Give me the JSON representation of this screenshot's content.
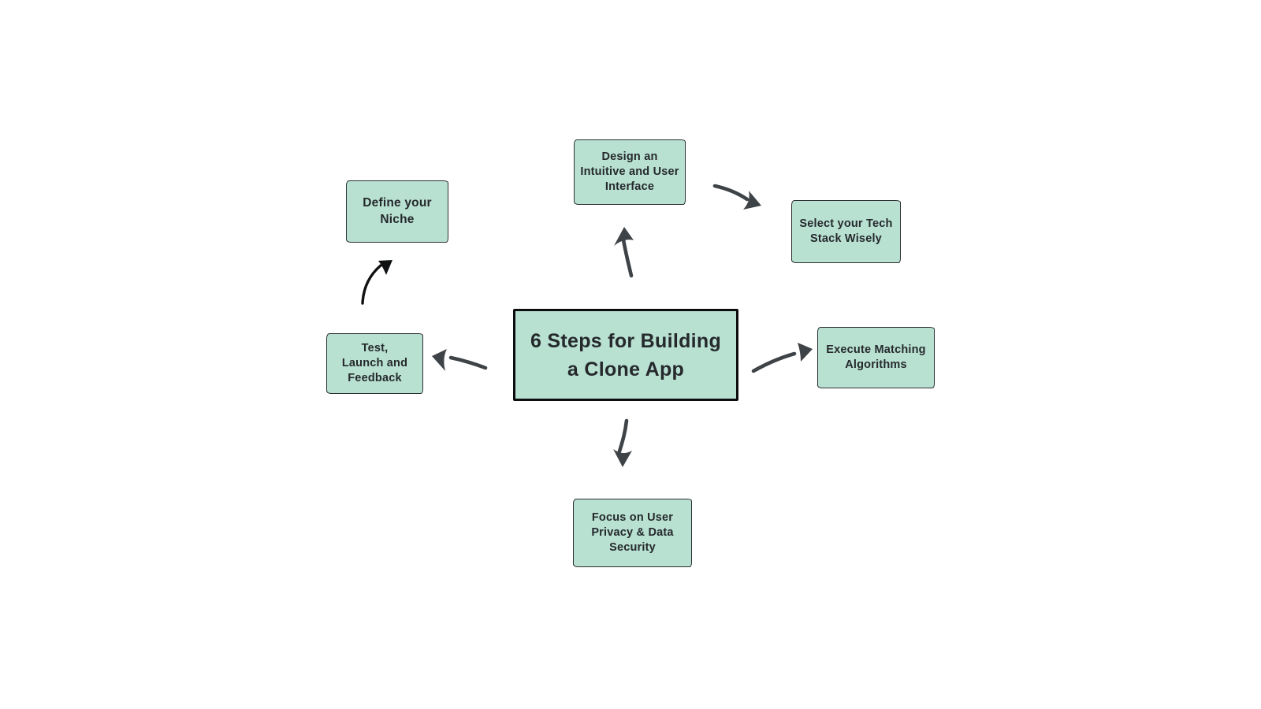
{
  "colors": {
    "background": "#ffffff",
    "box_fill": "#b9e1d2",
    "box_border": "#2b2f32",
    "center_border": "#0c0d0e",
    "text": "#25292c",
    "arrow": "#3e4347",
    "arrow_black": "#101112"
  },
  "center": {
    "label": [
      "6 Steps for Building",
      "a Clone App"
    ]
  },
  "steps": {
    "design_interface": {
      "label": [
        "Design an",
        "Intuitive and User",
        "Interface"
      ]
    },
    "tech_stack": {
      "label": [
        "Select your Tech",
        "Stack Wisely"
      ]
    },
    "matching_algorithms": {
      "label": [
        "Execute Matching",
        "Algorithms"
      ]
    },
    "privacy_security": {
      "label": [
        "Focus on User",
        "Privacy & Data",
        "Security"
      ]
    },
    "test_launch": {
      "label": [
        "Test,",
        "Launch and",
        "Feedback"
      ]
    },
    "define_niche": {
      "label": [
        "Define your",
        "Niche"
      ]
    }
  }
}
